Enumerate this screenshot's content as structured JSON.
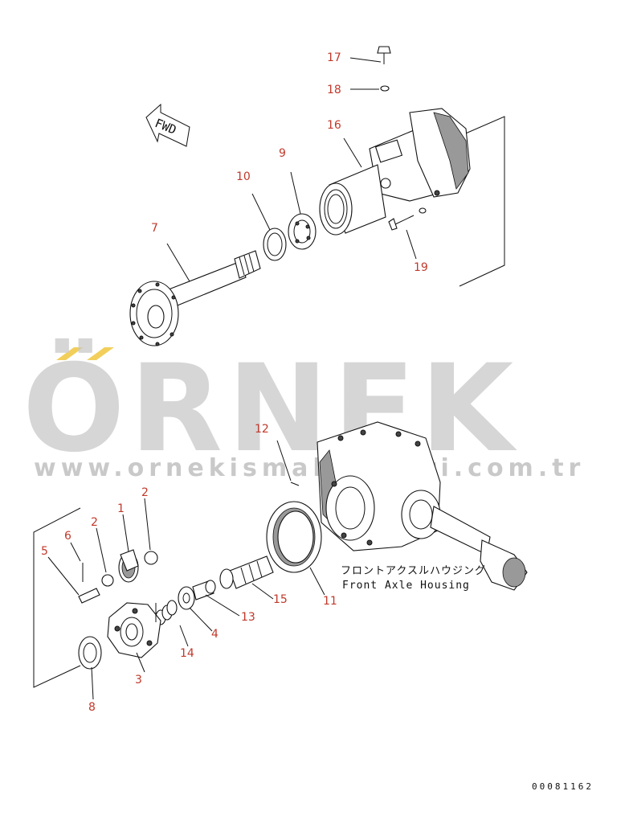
{
  "watermark": {
    "brand": "ÖRNEK",
    "url": "www.ornekismakinalari.com.tr",
    "accent_color": "#f2cf5b"
  },
  "orientation_marker": "FWD",
  "assembly_caption": {
    "japanese": "フロントアクスルハウジング",
    "english": "Front Axle Housing"
  },
  "drawing_code": "00081162",
  "callouts": [
    "17",
    "18",
    "16",
    "9",
    "10",
    "7",
    "19",
    "12",
    "1",
    "2",
    "2",
    "6",
    "5",
    "15",
    "11",
    "13",
    "4",
    "14",
    "3",
    "8"
  ],
  "colors": {
    "callout": "#c0392b",
    "line": "#111111",
    "watermark": "#c9c9c9"
  }
}
